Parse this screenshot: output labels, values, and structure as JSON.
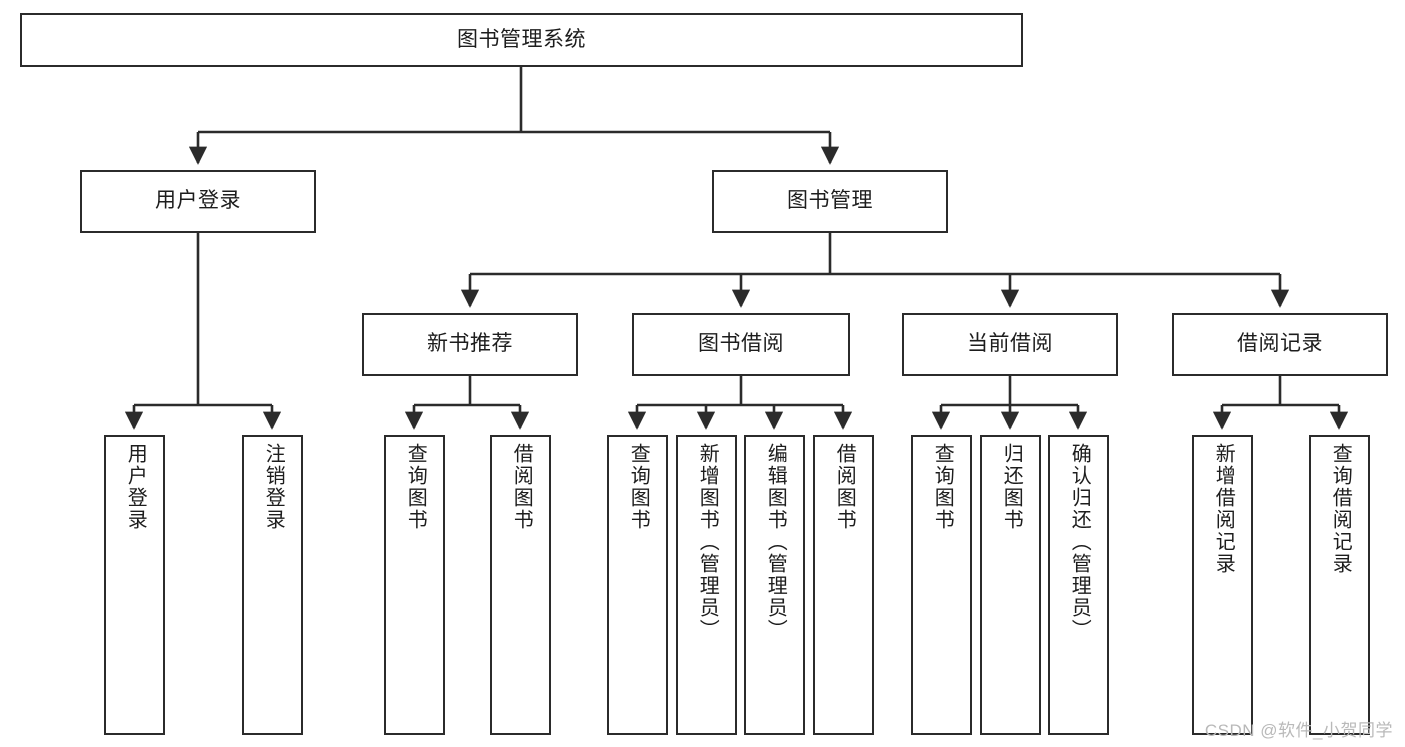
{
  "diagram": {
    "title": "图书管理系统",
    "type": "tree-hierarchy-chart",
    "orientation": "top-down",
    "colors": {
      "box_border": "#2b2b2b",
      "box_fill": "#ffffff",
      "edge": "#2b2b2b",
      "text": "#1d1d1d",
      "watermark": "#b9b9b9",
      "background": "#ffffff"
    }
  },
  "nodes": {
    "root": {
      "id": "root",
      "label": "图书管理系统",
      "level": 0
    },
    "level1": [
      {
        "id": "user-login",
        "label": "用户登录"
      },
      {
        "id": "book-management",
        "label": "图书管理"
      }
    ],
    "level2": [
      {
        "id": "new-book-recommend",
        "label": "新书推荐",
        "parent": "book-management"
      },
      {
        "id": "book-borrow",
        "label": "图书借阅",
        "parent": "book-management"
      },
      {
        "id": "current-borrow",
        "label": "当前借阅",
        "parent": "book-management"
      },
      {
        "id": "borrow-record",
        "label": "借阅记录",
        "parent": "book-management"
      }
    ],
    "leaves": {
      "user-login": [
        {
          "id": "leaf-user-login",
          "label": "用户登录"
        },
        {
          "id": "leaf-logout-login",
          "label": "注销登录"
        }
      ],
      "new-book-recommend": [
        {
          "id": "leaf-query-book-1",
          "label": "查询图书"
        },
        {
          "id": "leaf-borrow-book-1",
          "label": "借阅图书"
        }
      ],
      "book-borrow": [
        {
          "id": "leaf-query-book-2",
          "label": "查询图书"
        },
        {
          "id": "leaf-add-book",
          "label": "新增图书（管理员）"
        },
        {
          "id": "leaf-edit-book",
          "label": "编辑图书（管理员）"
        },
        {
          "id": "leaf-borrow-book-2",
          "label": "借阅图书"
        }
      ],
      "current-borrow": [
        {
          "id": "leaf-query-book-3",
          "label": "查询图书"
        },
        {
          "id": "leaf-return-book",
          "label": "归还图书"
        },
        {
          "id": "leaf-confirm-return",
          "label": "确认归还（管理员）"
        }
      ],
      "borrow-record": [
        {
          "id": "leaf-add-record",
          "label": "新增借阅记录"
        },
        {
          "id": "leaf-query-record",
          "label": "查询借阅记录"
        }
      ]
    }
  },
  "watermark": {
    "text": "CSDN @软件_小贺同学"
  }
}
